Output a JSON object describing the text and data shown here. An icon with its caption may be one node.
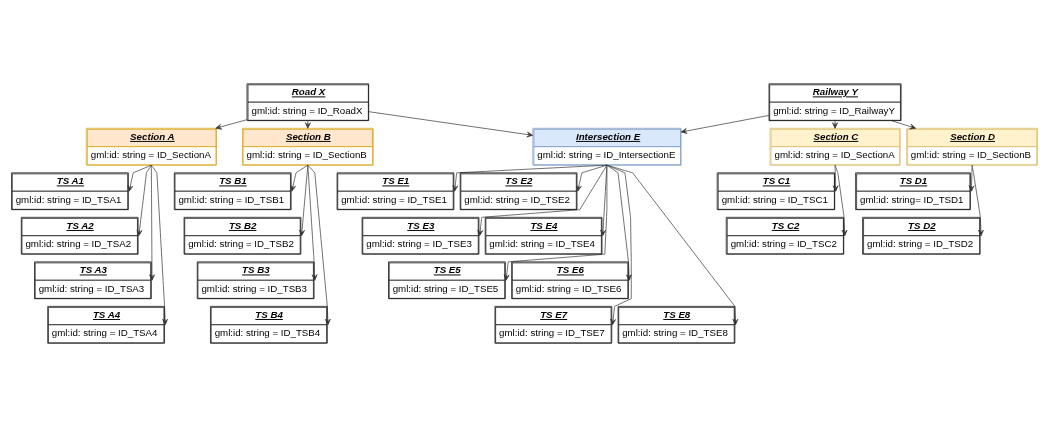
{
  "diagram": {
    "nodes": [
      {
        "text": [
          "Road X",
          "gml:id: string = ID_RoadX"
        ]
      },
      {
        "text": [
          "Railway Y",
          "gml:id: string = ID_RailwayY"
        ]
      },
      {
        "text": [
          "Section A",
          "gml:id: string = ID_SectionA"
        ]
      },
      {
        "text": [
          "Section B",
          "gml:id: string = ID_SectionB"
        ]
      },
      {
        "text": [
          "Intersection E",
          "gml:id: string = ID_IntersectionE"
        ]
      },
      {
        "text": [
          "Section C",
          "gml:id: string = ID_SectionA"
        ]
      },
      {
        "text": [
          "Section D",
          "gml:id: string = ID_SectionB"
        ]
      },
      {
        "text": [
          "TS A1",
          "gml:id: string = ID_TSA1"
        ]
      },
      {
        "text": [
          "TS A2",
          "gml:id: string = ID_TSA2"
        ]
      },
      {
        "text": [
          "TS A3",
          "gml:id: string = ID_TSA3"
        ]
      },
      {
        "text": [
          "TS A4",
          "gml:id: string = ID_TSA4"
        ]
      },
      {
        "text": [
          "TS B1",
          "gml:id: string = ID_TSB1"
        ]
      },
      {
        "text": [
          "TS B2",
          "gml:id: string = ID_TSB2"
        ]
      },
      {
        "text": [
          "TS B3",
          "gml:id: string = ID_TSB3"
        ]
      },
      {
        "text": [
          "TS B4",
          "gml:id: string = ID_TSB4"
        ]
      },
      {
        "text": [
          "TS E1",
          "gml:id: string = ID_TSE1"
        ]
      },
      {
        "text": [
          "TS E2",
          "gml:id: string = ID_TSE2"
        ]
      },
      {
        "text": [
          "TS E3",
          "gml:id: string = ID_TSE3"
        ]
      },
      {
        "text": [
          "TS E4",
          "gml:id: string = ID_TSE4"
        ]
      },
      {
        "text": [
          "TS E5",
          "gml:id: string = ID_TSE5"
        ]
      },
      {
        "text": [
          "TS E6",
          "gml:id: string = ID_TSE6"
        ]
      },
      {
        "text": [
          "TS E7",
          "gml:id: string = ID_TSE7"
        ]
      },
      {
        "text": [
          "TS E8",
          "gml:id: string = ID_TSE8"
        ]
      },
      {
        "text": [
          "TS C1",
          "gml:id: string = ID_TSC1"
        ]
      },
      {
        "text": [
          "TS C2",
          "gml:id: string = ID_TSC2"
        ]
      },
      {
        "text": [
          "TS D1",
          "gml:id: string= ID_TSD1"
        ]
      },
      {
        "text": [
          "TS D2",
          "gml:id: string = ID_TSD2"
        ]
      }
    ],
    "edges": [
      {
        "from": 0,
        "to": 2,
        "arrow": "to"
      },
      {
        "from": 0,
        "to": 3,
        "arrow": "to"
      },
      {
        "from": 0,
        "to": 4,
        "arrow": "to"
      },
      {
        "from": 1,
        "to": 4,
        "arrow": "to"
      },
      {
        "from": 1,
        "to": 5,
        "arrow": "to"
      },
      {
        "from": 1,
        "to": 6,
        "arrow": "to"
      },
      {
        "from": 2,
        "to": 7,
        "arrow": "to"
      },
      {
        "from": 2,
        "to": 8,
        "arrow": "to"
      },
      {
        "from": 2,
        "to": 9,
        "arrow": "to"
      },
      {
        "from": 2,
        "to": 10,
        "arrow": "to"
      },
      {
        "from": 3,
        "to": 11,
        "arrow": "to"
      },
      {
        "from": 3,
        "to": 12,
        "arrow": "to"
      },
      {
        "from": 3,
        "to": 13,
        "arrow": "to"
      },
      {
        "from": 3,
        "to": 14,
        "arrow": "to"
      },
      {
        "from": 4,
        "to": 15,
        "arrow": "to"
      },
      {
        "from": 4,
        "to": 16,
        "arrow": "to"
      },
      {
        "from": 4,
        "to": 17,
        "arrow": "to"
      },
      {
        "from": 4,
        "to": 18,
        "arrow": "to"
      },
      {
        "from": 4,
        "to": 19,
        "arrow": "to"
      },
      {
        "from": 4,
        "to": 20,
        "arrow": "to"
      },
      {
        "from": 4,
        "to": 21,
        "arrow": "to"
      },
      {
        "from": 4,
        "to": 22,
        "arrow": "to"
      },
      {
        "from": 5,
        "to": 23,
        "arrow": "to"
      },
      {
        "from": 5,
        "to": 24,
        "arrow": "to"
      },
      {
        "from": 6,
        "to": 25,
        "arrow": "to"
      },
      {
        "from": 6,
        "to": 26,
        "arrow": "to"
      }
    ]
  }
}
